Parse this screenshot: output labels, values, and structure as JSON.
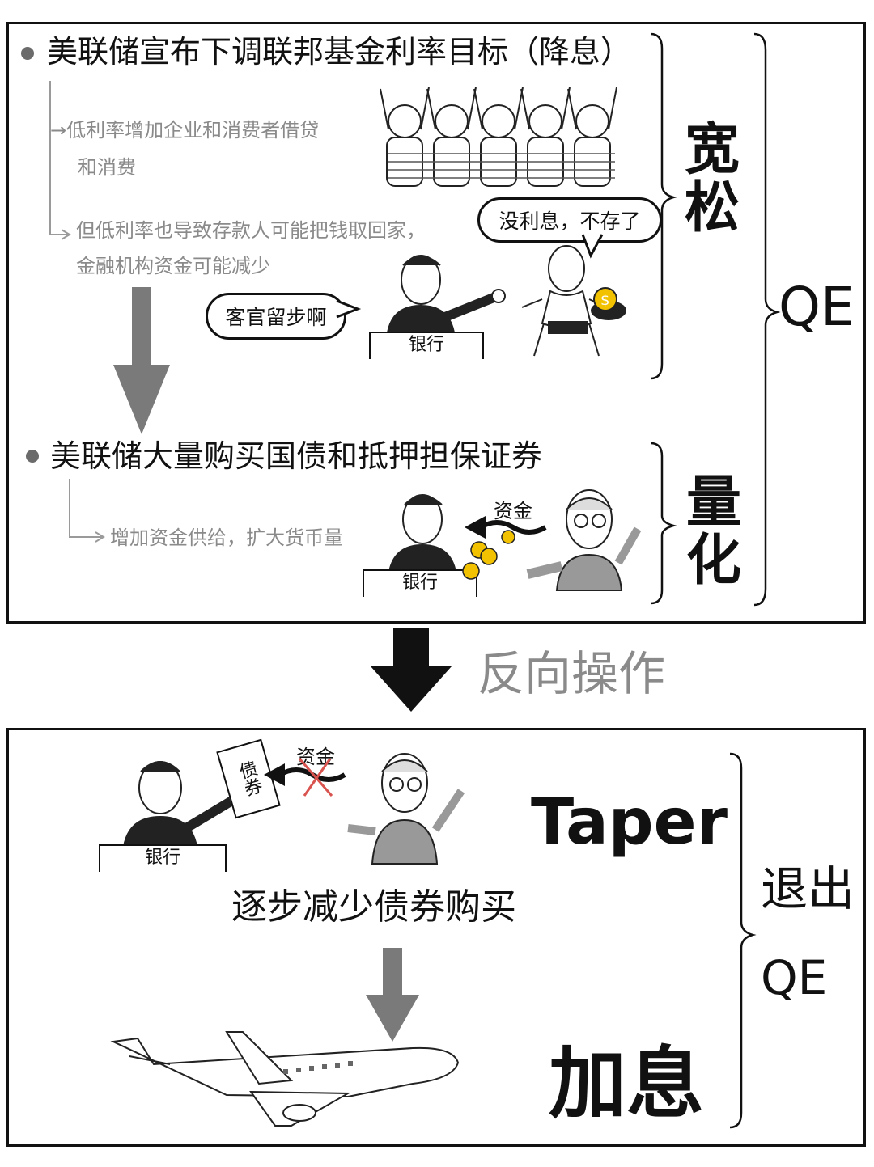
{
  "top": {
    "easing": {
      "heading": "美联储宣布下调联邦基金利率目标（降息）",
      "effect1_line1": "→低利率增加企业和消费者借贷",
      "effect1_line2": "和消费",
      "effect2_line1": "但低利率也导致存款人可能把钱取回家，",
      "effect2_line2": "金融机构资金可能减少",
      "bubble_saver": "没利息，不存了",
      "bubble_bank": "客官留步啊",
      "bank_label": "银行",
      "bracket_label": "宽松"
    },
    "quant": {
      "heading": "美联储大量购买国债和抵押担保证券",
      "effect": "增加资金供给，扩大货币量",
      "money_label": "资金",
      "bank_label": "银行",
      "bracket_label": "量化"
    },
    "outer_label": "QE"
  },
  "middle": {
    "reverse_label": "反向操作"
  },
  "bottom": {
    "bond_label": "债券",
    "money_label": "资金",
    "bank_label": "银行",
    "taper_label": "Taper",
    "taper_desc": "逐步减少债券购买",
    "rate_hike_label": "加息",
    "exit_label_line1": "退出",
    "exit_label_line2": "QE"
  },
  "colors": {
    "arrow_gray": "#7a7a7a",
    "arrow_black": "#111111",
    "muted_text": "#8a8a8a",
    "cross_red": "#d9534f",
    "coin_gold": "#f2c200"
  }
}
